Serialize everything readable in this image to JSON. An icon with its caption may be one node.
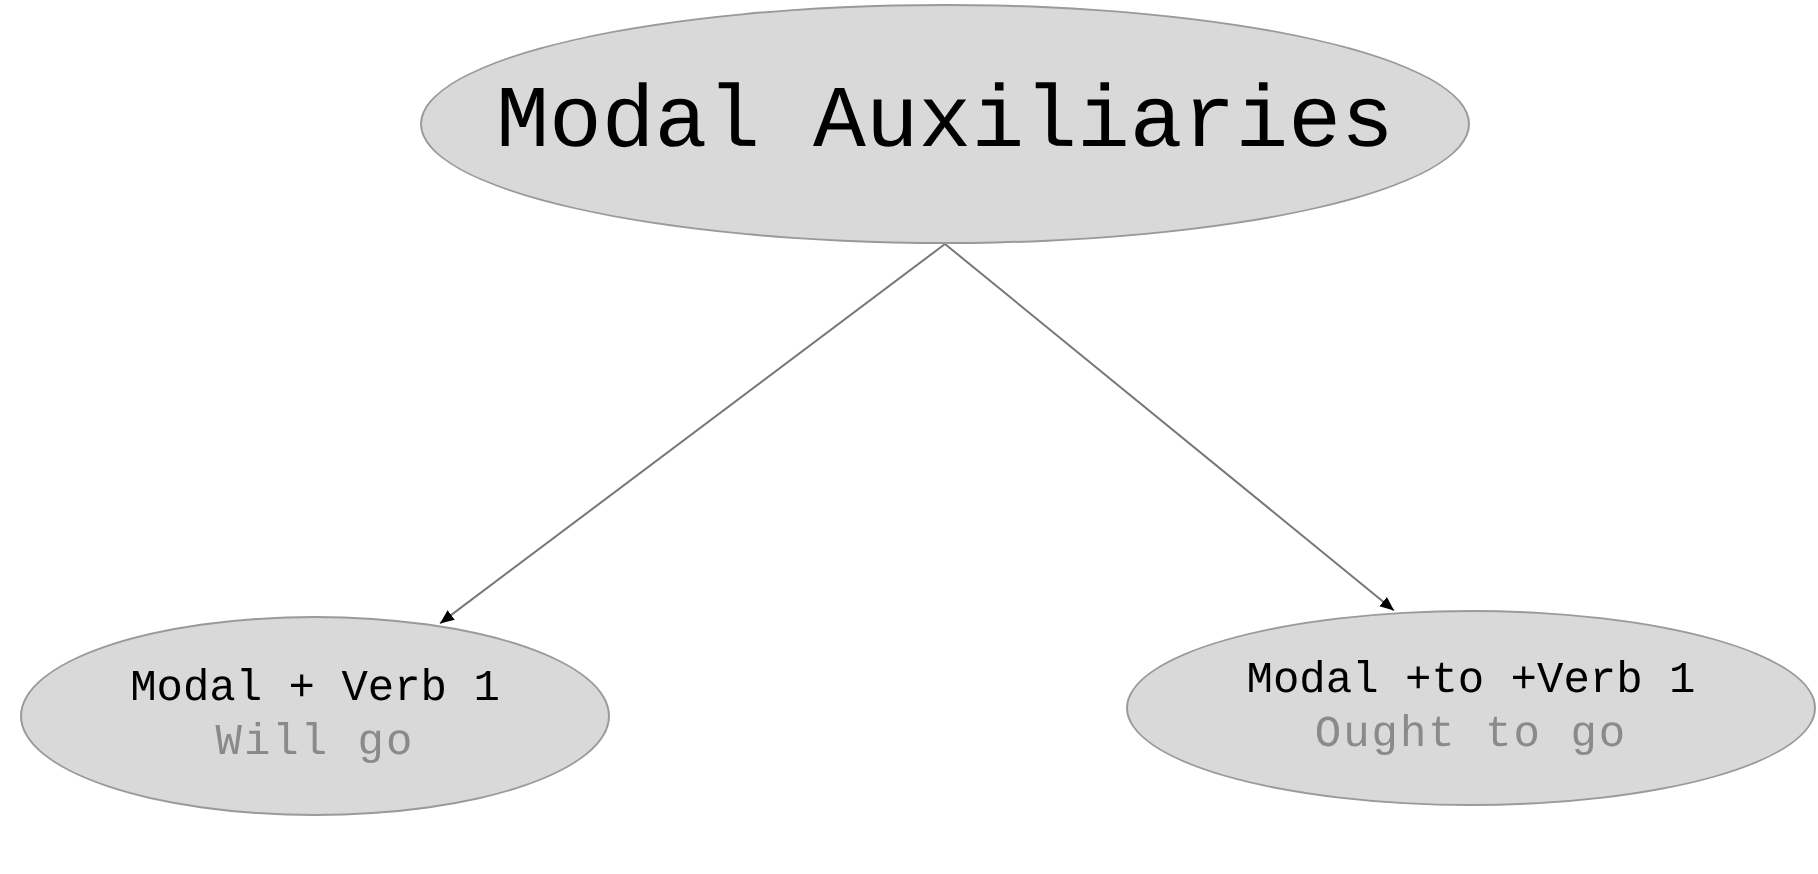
{
  "diagram": {
    "nodes": [
      {
        "text": [
          "Modal Auxiliaries"
        ]
      },
      {
        "text": [
          "Modal + Verb 1",
          "Will go"
        ]
      },
      {
        "text": [
          "Modal +to +Verb 1",
          "Ought to go"
        ]
      }
    ],
    "edges": [
      {
        "from": 0,
        "to": 1,
        "arrow": "to"
      },
      {
        "from": 0,
        "to": 2,
        "arrow": "to"
      }
    ]
  }
}
